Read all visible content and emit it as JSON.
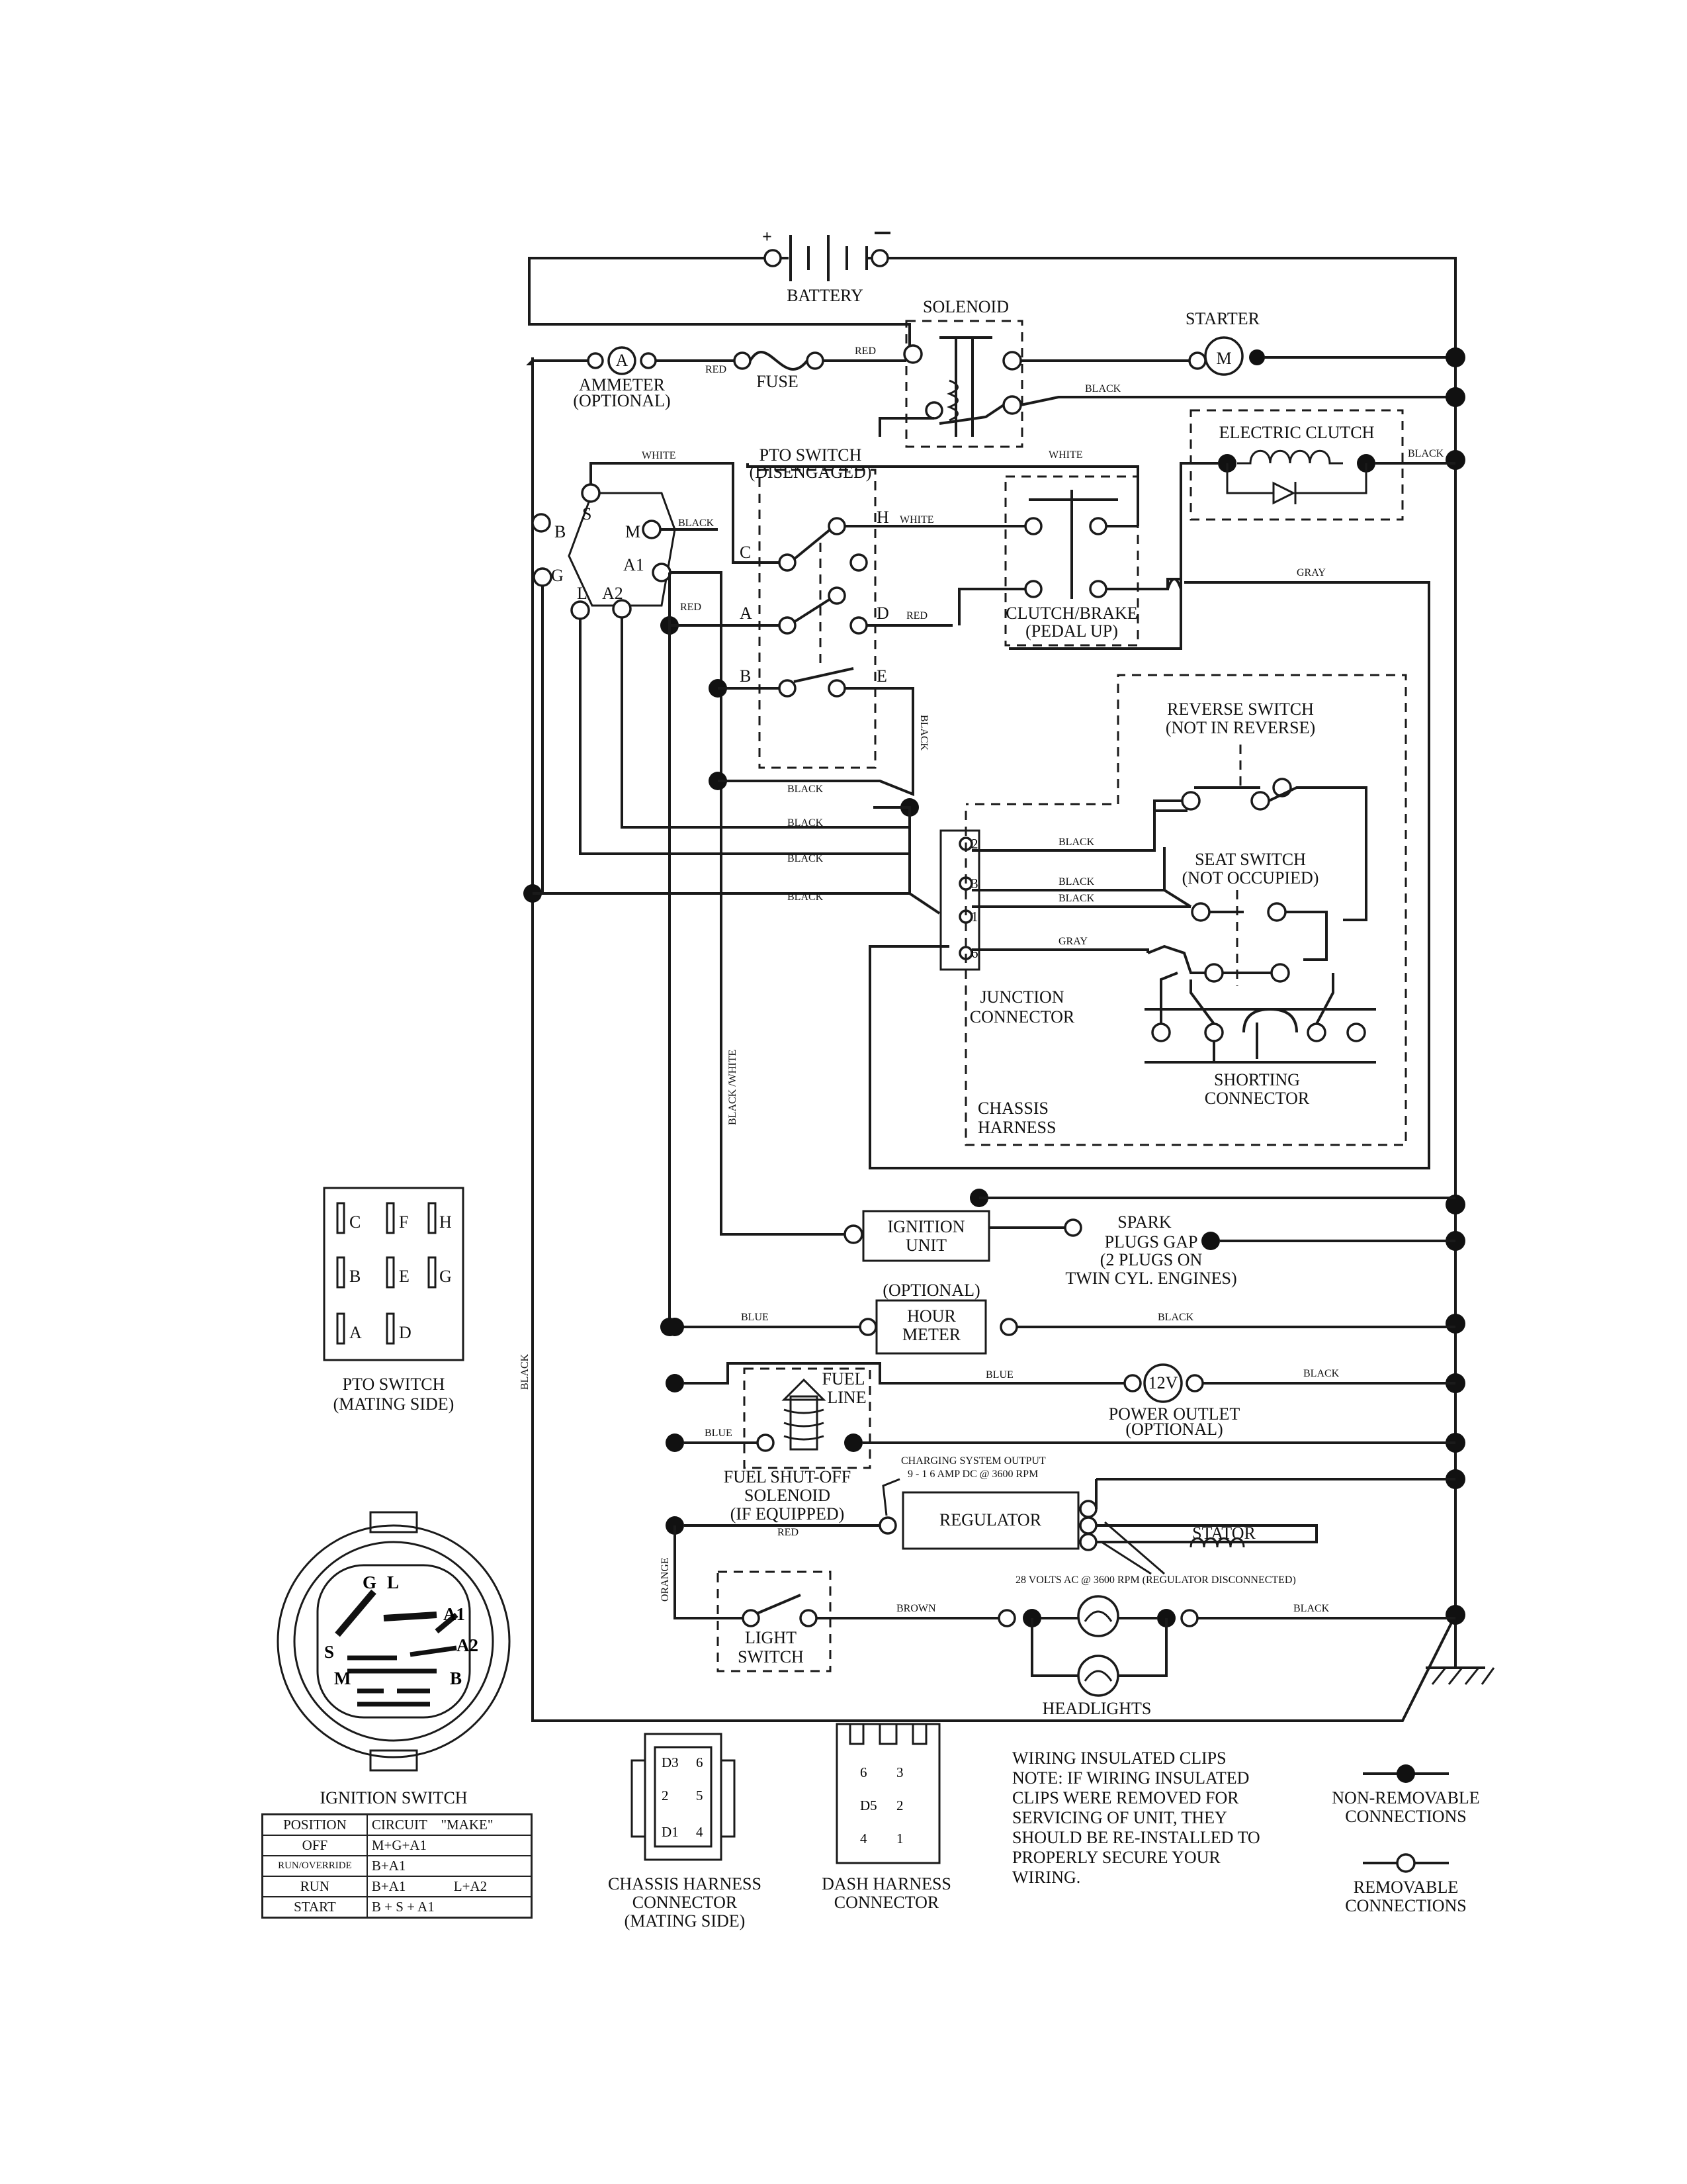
{
  "components": {
    "battery": "BATTERY",
    "solenoid": "SOLENOID",
    "starter": "STARTER",
    "ammeter": "AMMETER",
    "ammeter_optional": "(OPTIONAL)",
    "ammeter_symbol": "A",
    "starter_symbol": "M",
    "fuse": "FUSE",
    "electric_clutch": "ELECTRIC CLUTCH",
    "pto_switch": "PTO SWITCH",
    "pto_switch_state": "(DISENGAGED)",
    "clutch_brake": "CLUTCH/BRAKE",
    "clutch_brake_state": "(PEDAL UP)",
    "reverse_switch": "REVERSE SWITCH",
    "reverse_switch_state": "(NOT IN REVERSE)",
    "seat_switch": "SEAT SWITCH",
    "seat_switch_state": "(NOT OCCUPIED)",
    "junction_connector_1": "JUNCTION",
    "junction_connector_2": "CONNECTOR",
    "shorting_connector_1": "SHORTING",
    "shorting_connector_2": "CONNECTOR",
    "chassis_harness_1": "CHASSIS",
    "chassis_harness_2": "HARNESS",
    "ignition_unit_1": "IGNITION",
    "ignition_unit_2": "UNIT",
    "spark_plugs_1": "SPARK",
    "spark_plugs_2": "PLUGS GAP",
    "spark_plugs_3": "(2 PLUGS ON",
    "spark_plugs_4": "TWIN CYL. ENGINES)",
    "hour_meter_optional": "(OPTIONAL)",
    "hour_meter_1": "HOUR",
    "hour_meter_2": "METER",
    "fuel_line_1": "FUEL",
    "fuel_line_2": "LINE",
    "power_outlet_symbol": "12V",
    "power_outlet": "POWER OUTLET",
    "power_outlet_optional": "(OPTIONAL)",
    "fuel_solenoid_1": "FUEL SHUT-OFF",
    "fuel_solenoid_2": "SOLENOID",
    "fuel_solenoid_3": "(IF EQUIPPED)",
    "charging_output_1": "CHARGING SYSTEM OUTPUT",
    "charging_output_2": "9 - 1 6 AMP DC @ 3600 RPM",
    "regulator": "REGULATOR",
    "stator": "STATOR",
    "stator_volts": "28 VOLTS AC @ 3600 RPM (REGULATOR DISCONNECTED)",
    "light_switch_1": "LIGHT",
    "light_switch_2": "SWITCH",
    "headlights": "HEADLIGHTS"
  },
  "wire_colors": {
    "red": "RED",
    "black": "BLACK",
    "white": "WHITE",
    "gray": "GRAY",
    "blue": "BLUE",
    "brown": "BROWN",
    "orange": "ORANGE",
    "black_white": "BLACK /WHITE"
  },
  "terminals": {
    "ign_B": "B",
    "ign_S": "S",
    "ign_M": "M",
    "ign_G": "G",
    "ign_L": "L",
    "ign_A1": "A1",
    "ign_A2": "A2",
    "pto_C": "C",
    "pto_A": "A",
    "pto_B": "B",
    "pto_H": "H",
    "pto_D": "D",
    "pto_E": "E",
    "jc_2": "2",
    "jc_3": "3",
    "jc_1": "1",
    "jc_6": "6"
  },
  "pto_mating": {
    "title": "PTO SWITCH",
    "subtitle": "(MATING SIDE)",
    "grid": [
      "C",
      "F",
      "H",
      "B",
      "E",
      "G",
      "A",
      "D"
    ]
  },
  "ignition_switch": {
    "title": "IGNITION SWITCH",
    "face": [
      "G",
      "L",
      "A1",
      "A2",
      "S",
      "M",
      "B"
    ],
    "table": {
      "headers": [
        "POSITION",
        "CIRCUIT",
        "\"MAKE\""
      ],
      "rows": [
        {
          "position": "OFF",
          "circuit": "M+G+A1",
          "extra": ""
        },
        {
          "position": "RUN/OVERRIDE",
          "circuit": "B+A1",
          "extra": ""
        },
        {
          "position": "RUN",
          "circuit": "B+A1",
          "extra": "L+A2"
        },
        {
          "position": "START",
          "circuit": "B + S + A1",
          "extra": ""
        }
      ]
    }
  },
  "chassis_connector": {
    "title_1": "CHASSIS HARNESS",
    "title_2": "CONNECTOR",
    "title_3": "(MATING SIDE)",
    "pins": [
      "D3",
      "6",
      "2",
      "5",
      "D1",
      "4"
    ]
  },
  "dash_connector": {
    "title_1": "DASH HARNESS",
    "title_2": "CONNECTOR",
    "pins": [
      "6",
      "3",
      "D5",
      "2",
      "4",
      "1"
    ]
  },
  "notes": {
    "line_1": "WIRING INSULATED CLIPS",
    "line_2": "NOTE:  IF WIRING INSULATED",
    "line_3": "CLIPS WERE REMOVED FOR",
    "line_4": "SERVICING OF UNIT, THEY",
    "line_5": "SHOULD BE RE-INSTALLED TO",
    "line_6": "PROPERLY SECURE YOUR",
    "line_7": "WIRING."
  },
  "legend": {
    "non_removable_1": "NON-REMOVABLE",
    "non_removable_2": "CONNECTIONS",
    "removable_1": "REMOVABLE",
    "removable_2": "CONNECTIONS"
  }
}
